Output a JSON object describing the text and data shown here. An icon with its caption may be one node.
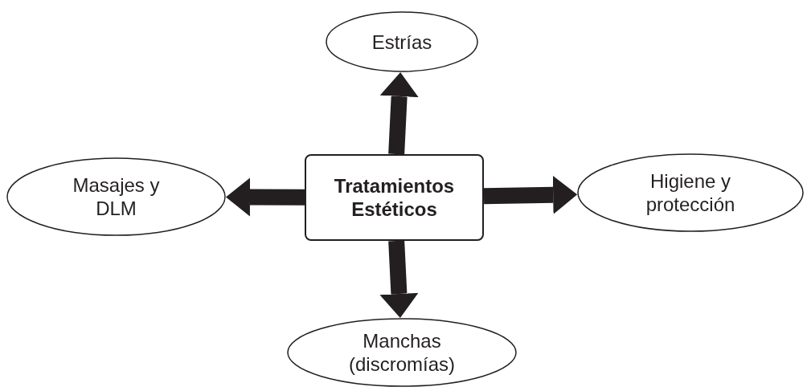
{
  "diagram": {
    "nodes": [
      {
        "text": [
          "Estrías"
        ]
      },
      {
        "text": [
          "Masajes y DLM"
        ]
      },
      {
        "text": [
          "Tratamientos Estéticos"
        ]
      },
      {
        "text": [
          "Higiene y protección"
        ]
      },
      {
        "text": [
          "Manchas (discromías)"
        ]
      }
    ],
    "edges": [
      {
        "from": 2,
        "to": 0,
        "arrow": "to"
      },
      {
        "from": 2,
        "to": 1,
        "arrow": "to"
      },
      {
        "from": 2,
        "to": 3,
        "arrow": "to"
      },
      {
        "from": 2,
        "to": 4,
        "arrow": "to"
      }
    ]
  }
}
